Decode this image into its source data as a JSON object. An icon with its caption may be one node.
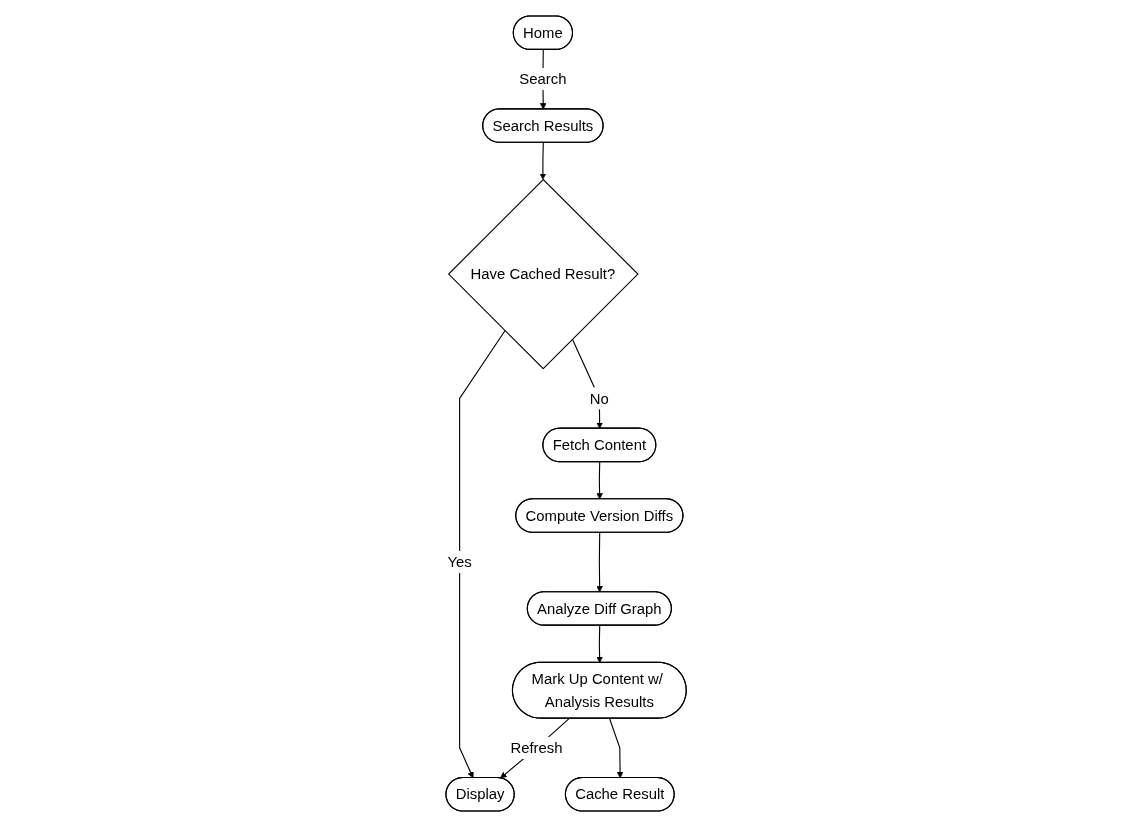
{
  "diagram": {
    "nodes": [
      {
        "text": [
          "Home"
        ]
      },
      {
        "text": [
          "Search Results"
        ]
      },
      {
        "text": [
          "Have Cached Result?"
        ]
      },
      {
        "text": [
          "Fetch Content"
        ]
      },
      {
        "text": [
          "Compute Version Diffs"
        ]
      },
      {
        "text": [
          "Analyze Diff Graph"
        ]
      },
      {
        "text": [
          "Mark Up Content w/ Analysis Results"
        ]
      },
      {
        "text": [
          "Display"
        ]
      },
      {
        "text": [
          "Cache Result"
        ]
      }
    ],
    "edges": [
      {
        "from": 0,
        "to": 1,
        "arrow": "to",
        "label": "Search"
      },
      {
        "from": 1,
        "to": 2,
        "arrow": "to"
      },
      {
        "from": 2,
        "to": 3,
        "arrow": "to",
        "label": "No"
      },
      {
        "from": 3,
        "to": 4,
        "arrow": "to"
      },
      {
        "from": 4,
        "to": 5,
        "arrow": "to"
      },
      {
        "from": 5,
        "to": 6,
        "arrow": "to"
      },
      {
        "from": 2,
        "to": 7,
        "arrow": "to",
        "label": "Yes"
      },
      {
        "from": 6,
        "to": 7,
        "arrow": "to",
        "label": "Refresh"
      },
      {
        "from": 6,
        "to": 8,
        "arrow": "to"
      }
    ]
  }
}
